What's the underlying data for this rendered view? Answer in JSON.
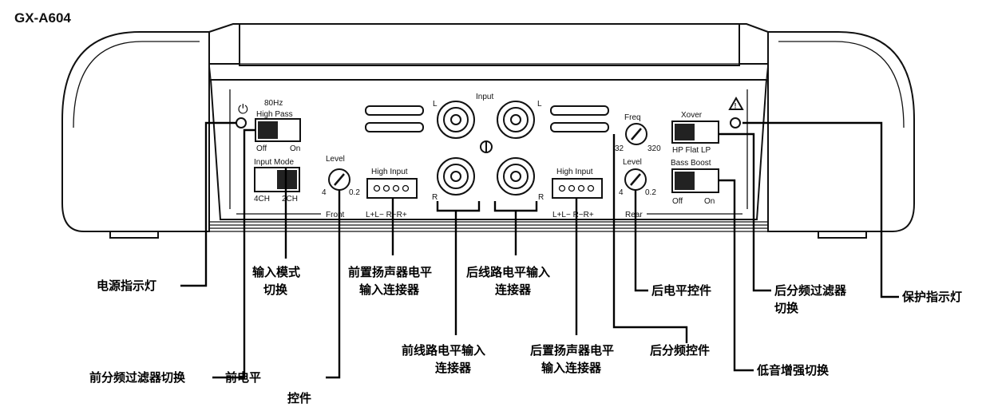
{
  "model": "GX-A604",
  "panel": {
    "power_symbol": "⏻",
    "warning_symbol": "!",
    "hpf_top": "80Hz",
    "hpf_mid": "High Pass",
    "hpf_off": "Off",
    "hpf_on": "On",
    "input_mode": "Input Mode",
    "mode_4ch": "4CH",
    "mode_2ch": "2CH",
    "front_level": "Level",
    "front_level_min": "4",
    "front_level_max": "0.2",
    "high_input_front": "High Input",
    "front_pins": "L+L−  R−R+",
    "front": "Front",
    "input": "Input",
    "rca_l_left": "L",
    "rca_l_right": "L",
    "rca_r_left": "R",
    "rca_r_right": "R",
    "high_input_rear": "High Input",
    "rear_pins": "L+L−  R−R+",
    "rear": "Rear",
    "freq": "Freq",
    "freq_min": "32",
    "freq_max": "320",
    "rear_level": "Level",
    "rear_level_min": "4",
    "rear_level_max": "0.2",
    "xover": "Xover",
    "xover_modes": "HP  Flat  LP",
    "bass_boost": "Bass Boost",
    "bb_off": "Off",
    "bb_on": "On"
  },
  "callouts": {
    "power_led": "电源指示灯",
    "input_mode_1": "输入模式",
    "input_mode_2": "切换",
    "front_speaker_1": "前置扬声器电平",
    "front_speaker_2": "输入连接器",
    "rear_line_1": "后线路电平输入",
    "rear_line_2": "连接器",
    "rear_level": "后电平控件",
    "rear_filter_1": "后分频过滤器",
    "rear_filter_2": "切换",
    "protect_led": "保护指示灯",
    "front_line_1": "前线路电平输入",
    "front_line_2": "连接器",
    "rear_speaker_1": "后置扬声器电平",
    "rear_speaker_2": "输入连接器",
    "rear_freq": "后分频控件",
    "bass_boost": "低音增强切换",
    "front_filter": "前分频过滤器切换",
    "front_level_1": "前电平",
    "front_level_2": "控件"
  }
}
